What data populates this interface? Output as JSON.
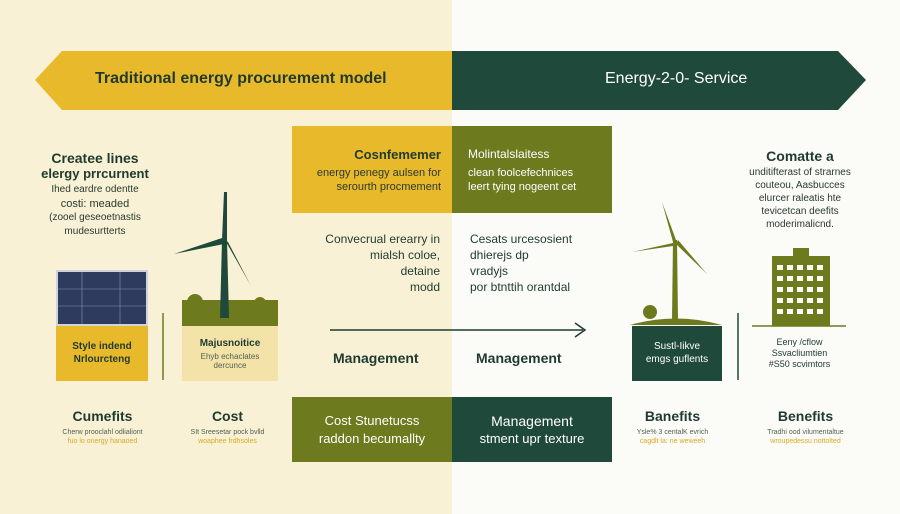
{
  "colors": {
    "yellow": "#e8b92a",
    "olive": "#6e7a1e",
    "dark_green": "#1f4a3b",
    "cream": "#f8f1d5"
  },
  "banner": {
    "left": "Traditional energy procurement model",
    "right": "Energy-2-0- Service"
  },
  "left": {
    "title": [
      "Createe lines",
      "elergy prrcurnent"
    ],
    "body": [
      "Ihed eardre odentte",
      "costi: meaded",
      "(zooel geseoetnastis",
      "mudesurtterts"
    ],
    "solar_label": [
      "Style indend",
      "Nrlourcteng"
    ],
    "turbine_label": "Majusnoitice",
    "turbine_sub": [
      "Ehyb echaclates",
      "dercunce"
    ],
    "col1_title": "Cumefits",
    "col1_sub": [
      "Cherw prooclahl odlialiont",
      "fuo lo onergy hanaoed"
    ],
    "col2_title": "Cost",
    "col2_sub": [
      "SIt Sreesetar pock bvlld",
      "woaphee frdhsoles"
    ]
  },
  "center": {
    "box_left": {
      "title": "Cosnfememer",
      "lines": [
        "energy penegy aulsen for",
        "serourth procmement"
      ]
    },
    "box_right": {
      "title": "Molintalslaitess",
      "lines": [
        "clean foolcefechnices",
        "leert tying nogeent cet"
      ]
    },
    "mid_left": [
      "Convecrual erearry in",
      "mialsh coloe,",
      "detaine",
      "modd"
    ],
    "mid_right": [
      "Cesats urcesosient",
      "dhierejs dp",
      "vradyjs",
      "por btnttih orantdal"
    ],
    "mgmt_left": "Management",
    "mgmt_right": "Management",
    "bottom_left": [
      "Cost Stunetucss",
      "raddon becumallty"
    ],
    "bottom_right": [
      "Management",
      "stment upr texture"
    ]
  },
  "right": {
    "title": "Comatte a",
    "body": [
      "unditifterast of strarnes",
      "couteou, Aasbucces",
      "elurcer raleatis hte",
      "tevicetcan deefits",
      "moderimalicnd."
    ],
    "turbine_label": [
      "Sustl-Iikve",
      "emgs guflents"
    ],
    "building_label": [
      "Eeny /cflow",
      "Ssvacliumtien",
      "#S50 scvimtors"
    ],
    "col1_title": "Banefits",
    "col1_sub": [
      "Ysle% 3 centalK evrich",
      "cagdlt la: ne weweeh"
    ],
    "col2_title": "Benefits",
    "col2_sub": [
      "Tradhi ood vilumentaltue",
      "wroupedessu nottolted"
    ]
  }
}
